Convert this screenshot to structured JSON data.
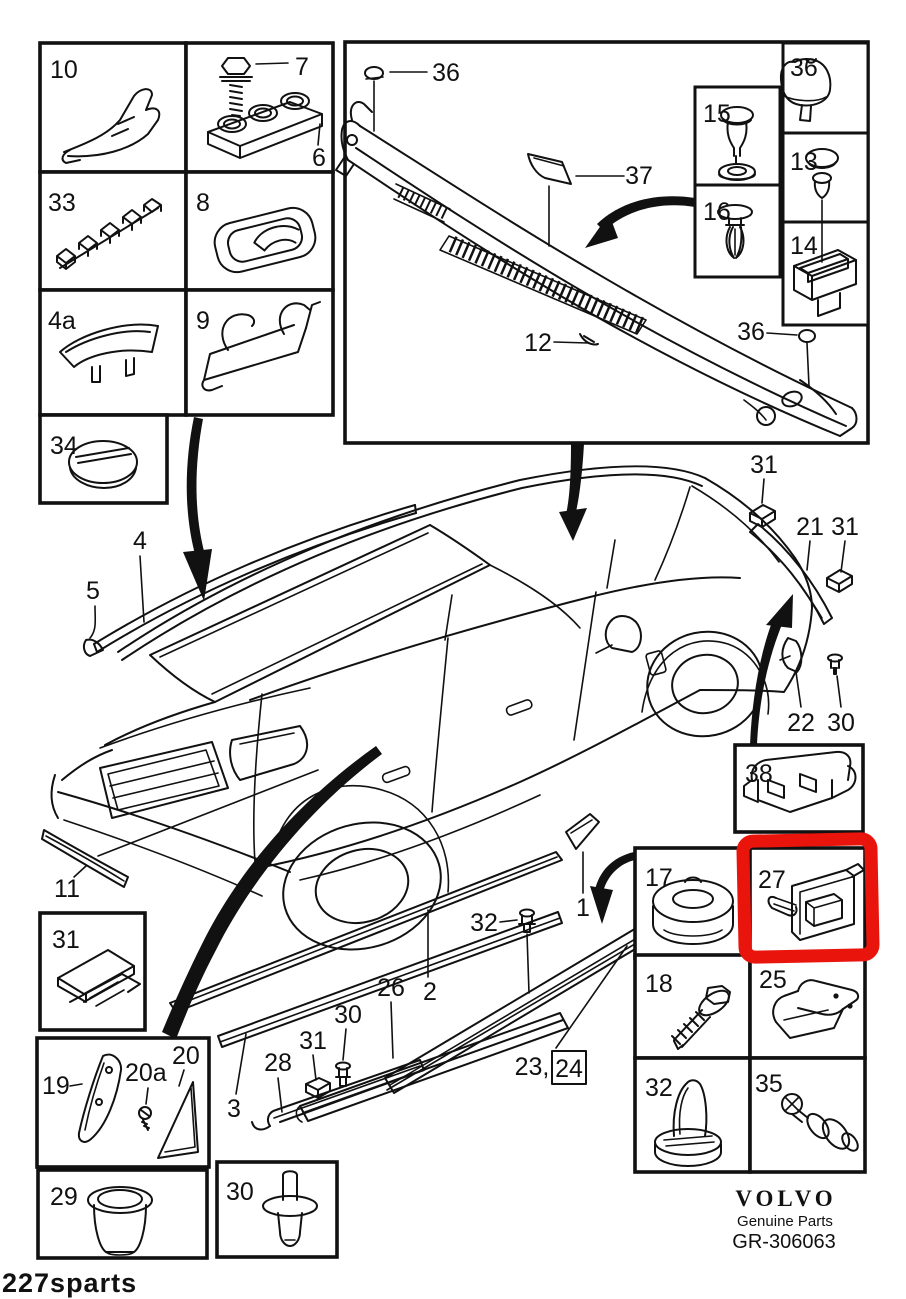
{
  "diagram": {
    "footer": {
      "brand": "VOLVO",
      "tagline": "Genuine Parts",
      "code": "GR-306063"
    },
    "watermark": "227sparts",
    "colors": {
      "ink": "#111111",
      "highlight_red": "#e9150d",
      "watermark_gray": "#d4d4d4",
      "paper": "#ffffff"
    },
    "highlighted_part_label": "27",
    "labels": {
      "grid_top_left": {
        "b10": "10",
        "b7": "7",
        "b6": "6",
        "b33": "33",
        "b8": "8",
        "b4a": "4a",
        "b9": "9",
        "b34": "34"
      },
      "cowl_box": {
        "cap_top": "36",
        "deflector": "37",
        "cowl_panel": "12",
        "cap_right": "36"
      },
      "fastener_boxes": {
        "b15": "15",
        "b16": "16",
        "b36": "36",
        "b13": "13",
        "b14": "14"
      },
      "car_callouts": {
        "roof_molding": "4",
        "roof_molding_end": "5",
        "front_grille_strip": "11",
        "rear_clip_top": "31",
        "rear_pillar_trim": "21",
        "rear_clip_mid": "31",
        "rear_trim_end": "22",
        "rear_rivet": "30",
        "door_end_piece": "1"
      },
      "sill_callouts": {
        "door_molding": "2",
        "sill_channel": "26",
        "rivet": "30",
        "stud": "32",
        "sill_molding": "23,",
        "sill_molding_alt": "24",
        "lower_molding": "3",
        "end_cap": "28",
        "clip": "31"
      },
      "grid_bottom_left": {
        "b31": "31",
        "b19": "19",
        "b20a": "20a",
        "b20": "20",
        "b29": "29",
        "b30": "30"
      },
      "grid_right": {
        "b38": "38",
        "b17": "17",
        "b27": "27",
        "b18": "18",
        "b25": "25",
        "b32": "32",
        "b35": "35"
      }
    }
  }
}
